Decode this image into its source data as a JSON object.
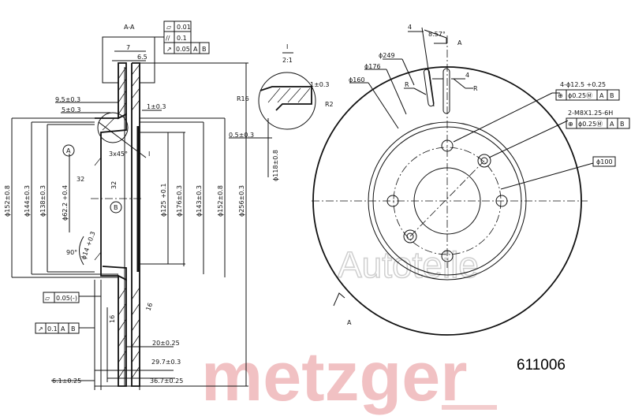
{
  "section_label": "A-A",
  "detail": {
    "name": "I",
    "scale": "2:1",
    "r_left": "R16",
    "r_right": "R2",
    "dim_1": "1±0.3"
  },
  "tolerance_frame_top": [
    {
      "symbol": "flatness",
      "value": "0.01"
    },
    {
      "symbol": "parallelism",
      "value": "0.1"
    },
    {
      "symbol": "runout",
      "value": "0.05",
      "refs": [
        "A",
        "B"
      ]
    }
  ],
  "section_dims": {
    "d7": "7",
    "d65": "6.5",
    "d95": "9.5±0.3",
    "d5": "5±0.3",
    "d1": "1±0.3",
    "chamfer": "3x45°",
    "detail_mark": "I",
    "d05": "0.5±0.3",
    "phi118": "ϕ118±0.8",
    "phi152a": "ϕ152±0.8",
    "phi144": "ϕ144±0.3",
    "phi138": "ϕ138±0.3",
    "phi62": "ϕ62.2 +0.4",
    "phi125": "ϕ125 +0.1",
    "phi176": "ϕ176±0.3",
    "phi143": "ϕ143±0.3",
    "phi152b": "ϕ152±0.8",
    "phi256": "ϕ256±0.3",
    "datum_a": "A",
    "datum_b": "B",
    "rough_32a": "32",
    "rough_32b": "32",
    "angle": "90°",
    "phi14": "ϕ14 +0.3",
    "rough_16a": "16",
    "rough_16b": "16",
    "d20": "20±0.25",
    "d297": "29.7±0.3",
    "d61": "6.1±0.25",
    "d367": "36.7±0.25"
  },
  "tolerance_frame_flat": {
    "value": "0.05(-)"
  },
  "tolerance_frame_runout": {
    "value": "0.1",
    "refs": [
      "A",
      "B"
    ]
  },
  "front_view": {
    "d4a": "4",
    "angle": "8.57°",
    "section_a_top": "A",
    "section_a_bottom": "A",
    "phi249": "ϕ249",
    "phi176": "ϕ176",
    "phi160": "ϕ160",
    "r1": "R",
    "r2": "R",
    "d4b": "4",
    "holes": "4-ϕ12.5 +0.25",
    "holes_frame": {
      "value": "ϕ0.25Ⓜ",
      "refs": [
        "A",
        "B"
      ]
    },
    "threads": "2-M8X1.25-6H",
    "threads_frame": {
      "value": "ϕ0.25Ⓜ",
      "refs": [
        "A",
        "B"
      ]
    },
    "phi100": "ϕ100"
  },
  "watermark": {
    "brand": "metzger",
    "sub": "Autoteile",
    "color": "#e8999c"
  },
  "part_number": "611006"
}
